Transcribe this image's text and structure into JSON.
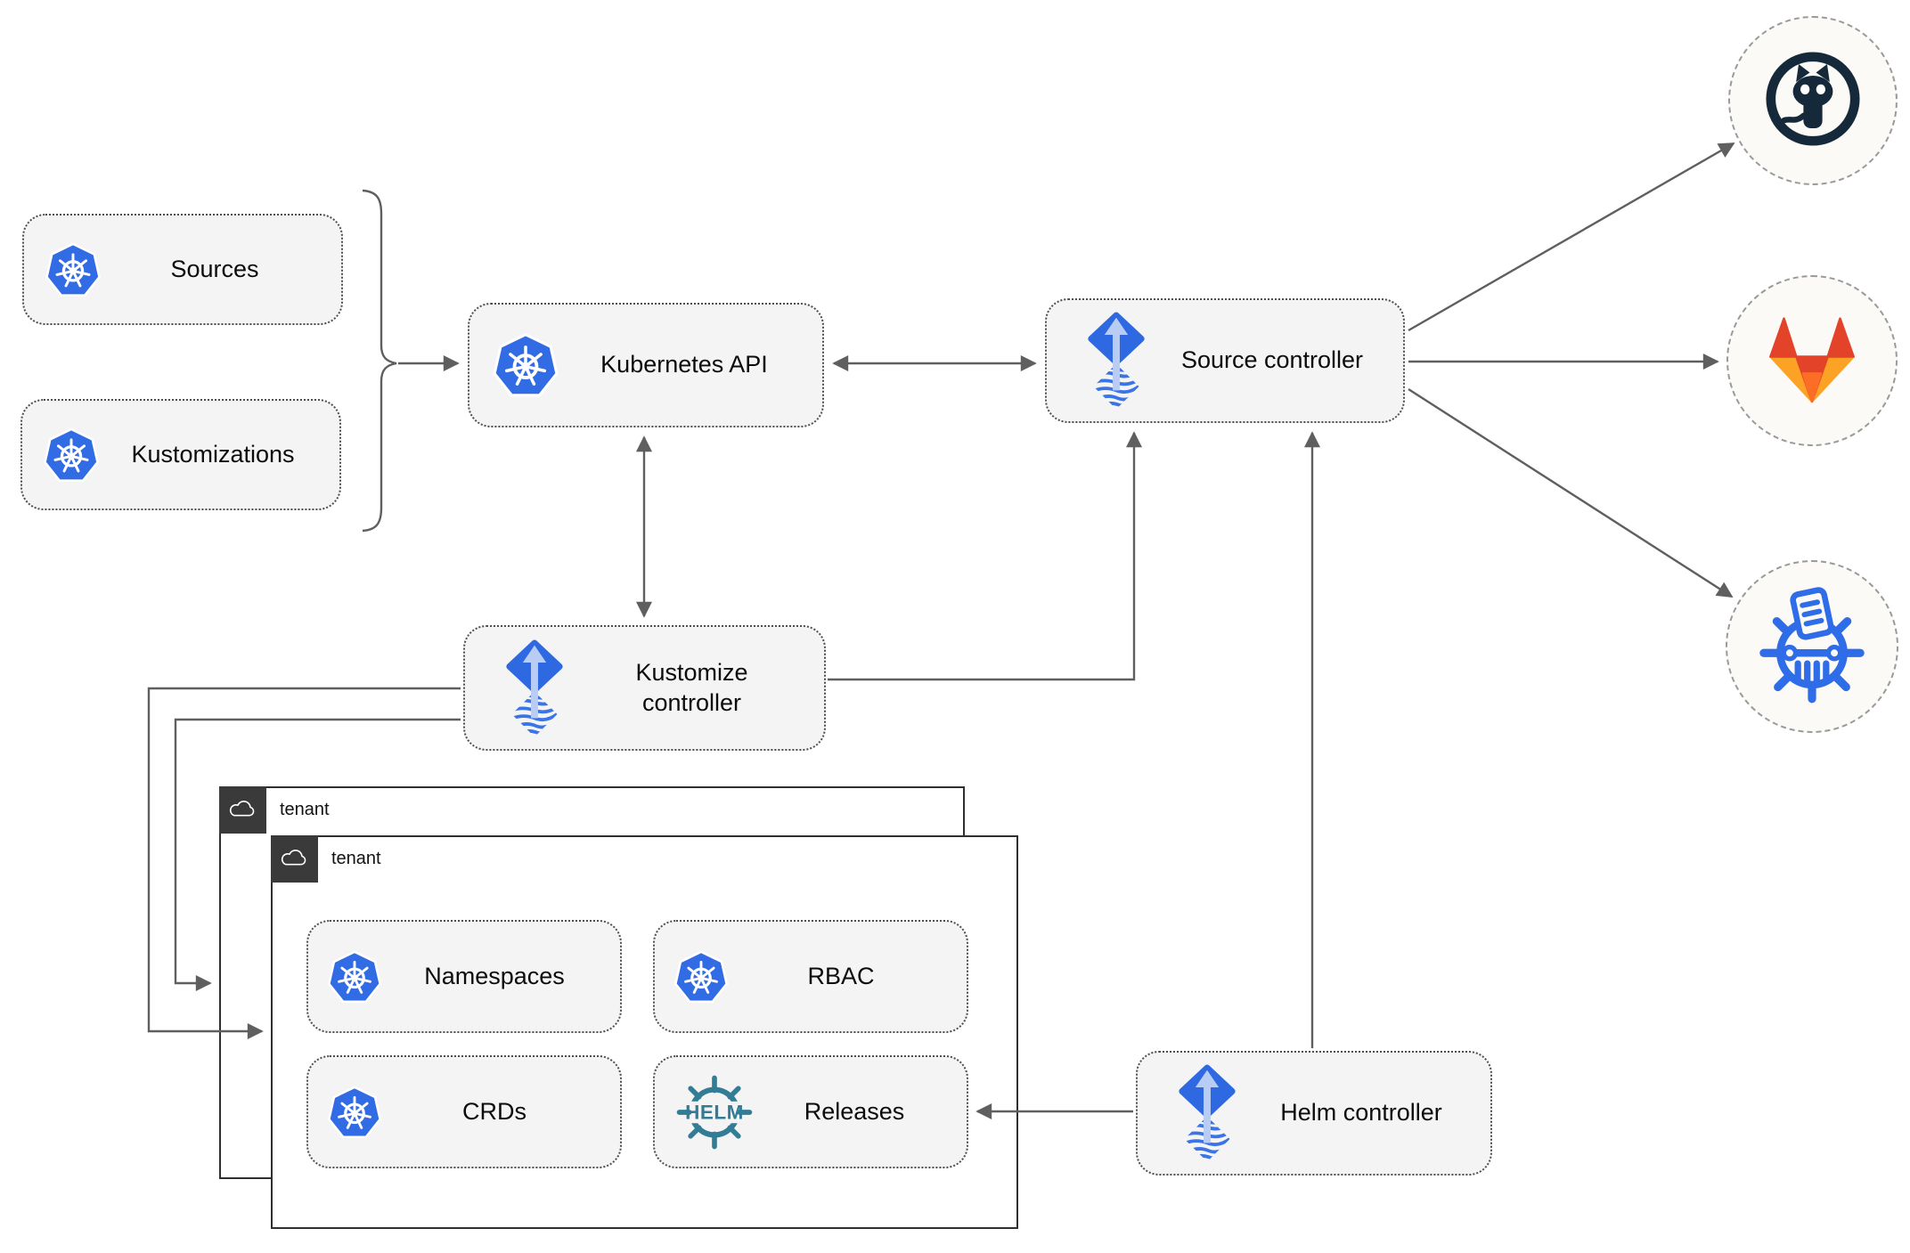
{
  "nodes": {
    "sources": {
      "label": "Sources",
      "icon": "kubernetes-wheel-icon"
    },
    "kustomizations": {
      "label": "Kustomizations",
      "icon": "kubernetes-wheel-icon"
    },
    "kubernetes_api": {
      "label": "Kubernetes API",
      "icon": "kubernetes-wheel-icon"
    },
    "source_controller": {
      "label": "Source controller",
      "icon": "flux-icon"
    },
    "kustomize_controller": {
      "label": "Kustomize controller",
      "icon": "flux-icon"
    },
    "helm_controller": {
      "label": "Helm controller",
      "icon": "flux-icon"
    },
    "namespaces": {
      "label": "Namespaces",
      "icon": "kubernetes-wheel-icon"
    },
    "rbac": {
      "label": "RBAC",
      "icon": "kubernetes-wheel-icon"
    },
    "crds": {
      "label": "CRDs",
      "icon": "kubernetes-wheel-icon"
    },
    "releases": {
      "label": "Releases",
      "icon": "helm-wheel-icon",
      "logo_text": "HELM"
    }
  },
  "tenants": [
    {
      "label": "tenant",
      "icon": "cloud-icon"
    },
    {
      "label": "tenant",
      "icon": "cloud-icon"
    }
  ],
  "remotes": [
    {
      "name": "github",
      "icon": "github-octocat-icon"
    },
    {
      "name": "gitlab",
      "icon": "gitlab-fox-icon"
    },
    {
      "name": "chartmuseum",
      "icon": "chartmuseum-icon"
    }
  ],
  "edges": [
    {
      "from": "sources+kustomizations brace",
      "to": "kubernetes-api",
      "type": "arrow"
    },
    {
      "from": "kubernetes-api",
      "to": "source-controller",
      "type": "double-arrow"
    },
    {
      "from": "kubernetes-api",
      "to": "kustomize-controller",
      "type": "double-arrow"
    },
    {
      "from": "kustomize-controller",
      "to": "source-controller",
      "type": "arrow"
    },
    {
      "from": "kustomize-controller",
      "to": "tenant-back",
      "type": "arrow"
    },
    {
      "from": "kustomize-controller",
      "to": "tenant-front",
      "type": "arrow"
    },
    {
      "from": "helm-controller",
      "to": "source-controller",
      "type": "arrow"
    },
    {
      "from": "helm-controller",
      "to": "releases",
      "type": "arrow"
    },
    {
      "from": "source-controller",
      "to": "github",
      "type": "arrow"
    },
    {
      "from": "source-controller",
      "to": "gitlab",
      "type": "arrow"
    },
    {
      "from": "source-controller",
      "to": "chartmuseum",
      "type": "arrow"
    }
  ],
  "colors": {
    "kubernetes_blue": "#326ce5",
    "flux_blue": "#2e69e2",
    "flux_light": "#b9cdf4",
    "helm_teal": "#327c96",
    "github_dark": "#15293a",
    "gitlab_red_orange": "#e24329",
    "gitlab_orange": "#fc6d26",
    "gitlab_yellow_orange": "#fca326",
    "chartmuseum_blue": "#2f6ce8",
    "line_gray": "#5f5f5f",
    "node_background": "#f4f4f4",
    "tenant_corner_dark": "#3a3a3a"
  }
}
